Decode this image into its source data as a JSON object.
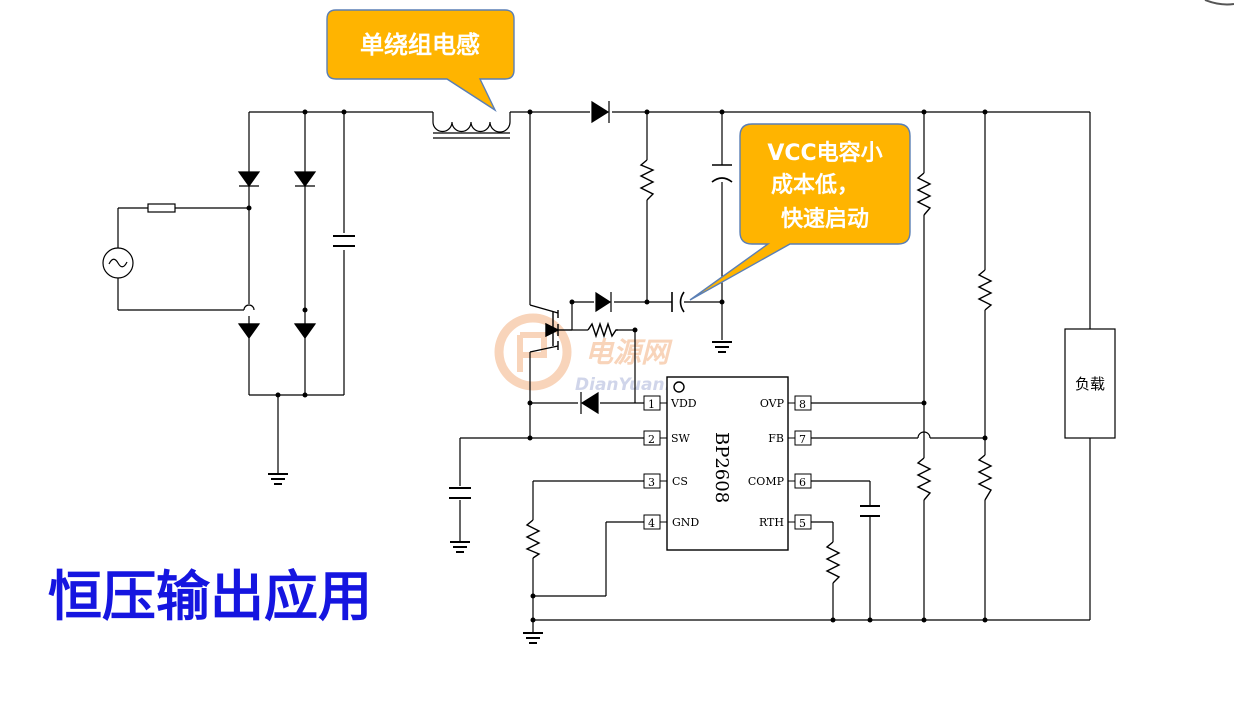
{
  "callouts": {
    "inductor": "单绕组电感",
    "vcc_line1": "VCC电容小",
    "vcc_line2": "成本低，",
    "vcc_line3": "快速启动"
  },
  "title": "恒压输出应用",
  "chip": {
    "name": "BP2608",
    "pins_left": [
      {
        "num": "1",
        "name": "VDD"
      },
      {
        "num": "2",
        "name": "SW"
      },
      {
        "num": "3",
        "name": "CS"
      },
      {
        "num": "4",
        "name": "GND"
      }
    ],
    "pins_right": [
      {
        "num": "8",
        "name": "OVP"
      },
      {
        "num": "7",
        "name": "FB"
      },
      {
        "num": "6",
        "name": "COMP"
      },
      {
        "num": "5",
        "name": "RTH"
      }
    ]
  },
  "load_label": "负载",
  "watermark": {
    "cn": "电源网",
    "en": "DianYuan.com"
  },
  "colors": {
    "callout_fill": "#FFB400",
    "callout_border": "#5a7fb5",
    "title": "#1515e0",
    "wire": "#000000"
  }
}
